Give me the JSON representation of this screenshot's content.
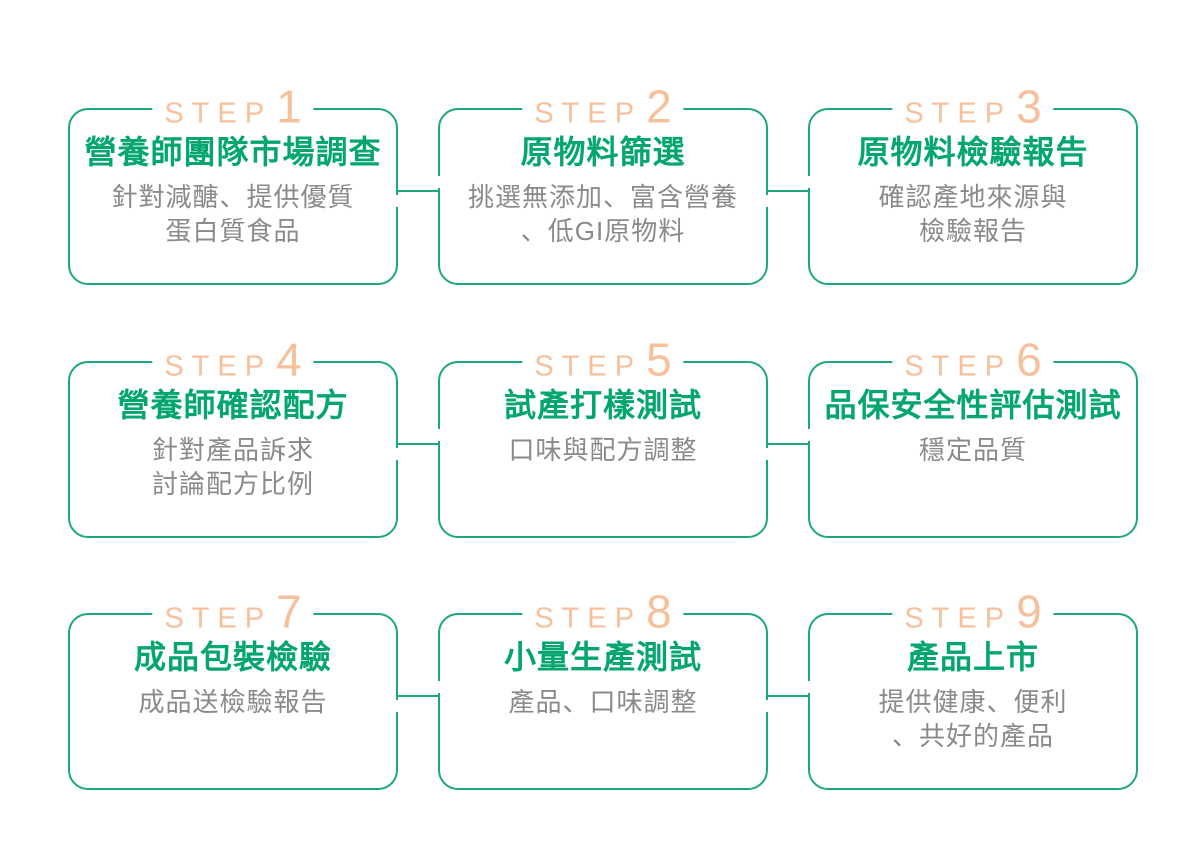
{
  "colors": {
    "green_border": "#1ca87a",
    "green_title": "#03a571",
    "peach": "#f7c09b",
    "gray_text": "#8a8a8a",
    "background": "#ffffff"
  },
  "steps": [
    {
      "label": "STEP",
      "number": "1",
      "title": "營養師團隊市場調查",
      "desc_lines": [
        "針對減醣、提供優質",
        "蛋白質食品"
      ]
    },
    {
      "label": "STEP",
      "number": "2",
      "title": "原物料篩選",
      "desc_lines": [
        "挑選無添加、富含營養",
        "、低GI原物料"
      ]
    },
    {
      "label": "STEP",
      "number": "3",
      "title": "原物料檢驗報告",
      "desc_lines": [
        "確認產地來源與",
        "檢驗報告"
      ]
    },
    {
      "label": "STEP",
      "number": "4",
      "title": "營養師確認配方",
      "desc_lines": [
        "針對產品訴求",
        "討論配方比例"
      ]
    },
    {
      "label": "STEP",
      "number": "5",
      "title": "試產打樣測試",
      "desc_lines": [
        "口味與配方調整"
      ]
    },
    {
      "label": "STEP",
      "number": "6",
      "title": "品保安全性評估測試",
      "desc_lines": [
        "穩定品質"
      ]
    },
    {
      "label": "STEP",
      "number": "7",
      "title": "成品包裝檢驗",
      "desc_lines": [
        "成品送檢驗報告"
      ]
    },
    {
      "label": "STEP",
      "number": "8",
      "title": "小量生產測試",
      "desc_lines": [
        "產品、口味調整"
      ]
    },
    {
      "label": "STEP",
      "number": "9",
      "title": "產品上市",
      "desc_lines": [
        "提供健康、便利",
        "、共好的產品"
      ]
    }
  ]
}
